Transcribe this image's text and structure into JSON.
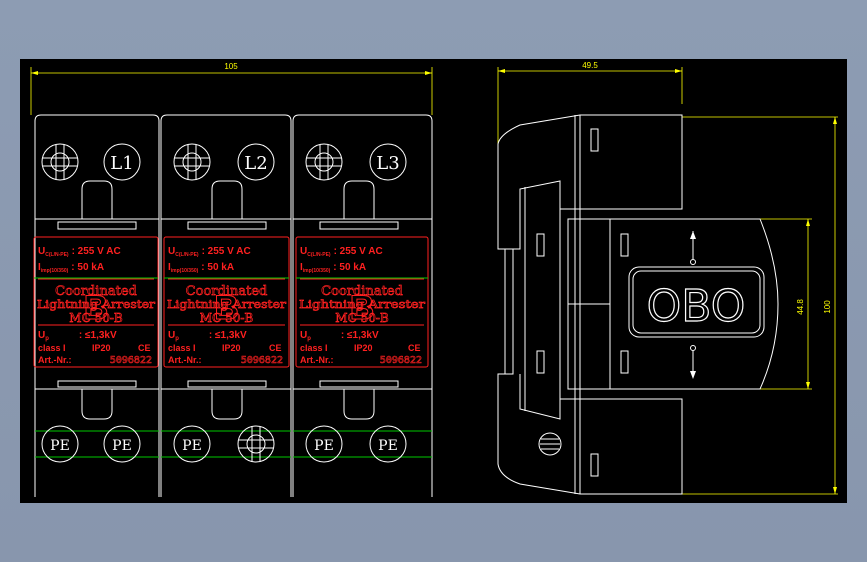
{
  "dimensions": {
    "front_width": "105",
    "side_width": "49.5",
    "inner_height": "44.8",
    "total_height": "100"
  },
  "modules": [
    {
      "phase": "L1",
      "bottom_left": "PE",
      "bottom_right": "PE"
    },
    {
      "phase": "L2",
      "bottom_left": "",
      "bottom_right": ""
    },
    {
      "phase": "L3",
      "bottom_left": "PE",
      "bottom_right": "PE"
    }
  ],
  "label": {
    "uc_prefix": "U",
    "uc_sub": "C(L/N-PE)",
    "uc_value": ": 255  V  AC",
    "imp_prefix": "I",
    "imp_sub": "imp(10/350)",
    "imp_value": ":  50  kA",
    "logo_letter": "B",
    "line1": "Coordinated",
    "line2": "Lightning Arrester",
    "line3": "MC 50-B",
    "up_prefix": "U",
    "up_sub": "p",
    "up_value": ": ≤1,3kV",
    "class_text": "class I",
    "ip_text": "IP20",
    "ce_mark": "CE",
    "art_text": "Art.-Nr.:",
    "art_number": "5096822"
  },
  "brand": "OBO",
  "colors": {
    "background": "#000000",
    "lines": "#ffffff",
    "dimensions": "#ffff00",
    "label_text": "#ff2020",
    "ground_lines": "#00c800"
  }
}
